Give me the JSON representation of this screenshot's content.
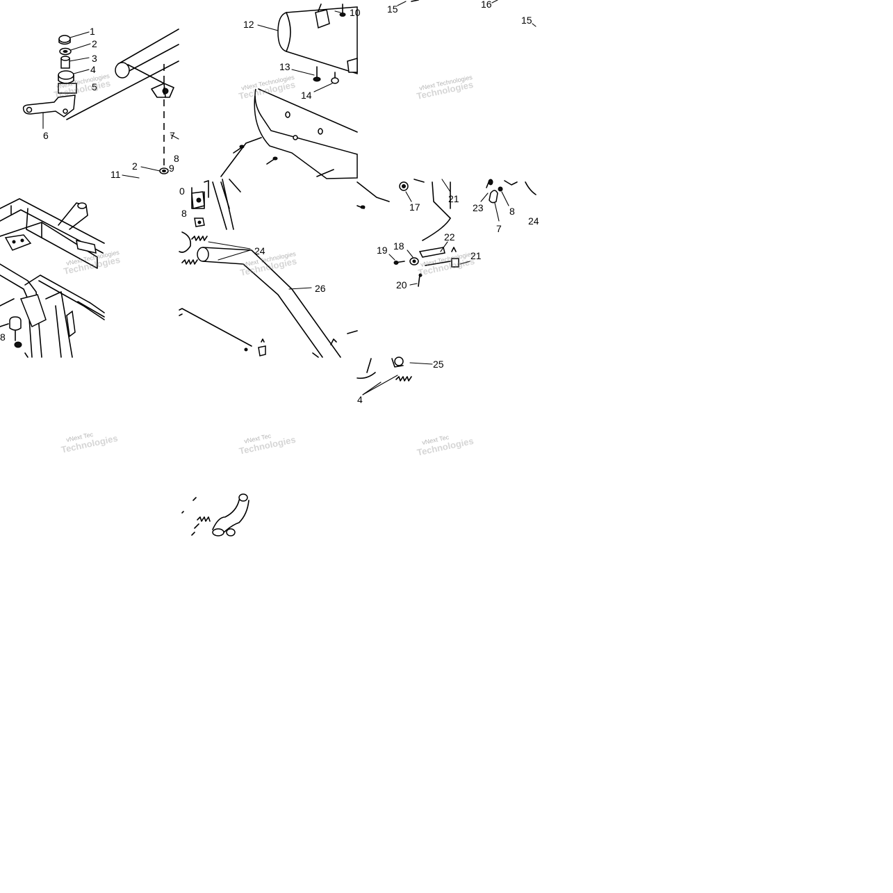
{
  "diagram": {
    "callouts": [
      {
        "id": "c1",
        "text": "1"
      },
      {
        "id": "c2",
        "text": "2"
      },
      {
        "id": "c3",
        "text": "3"
      },
      {
        "id": "c4",
        "text": "4"
      },
      {
        "id": "c5",
        "text": "5"
      },
      {
        "id": "c6",
        "text": "6"
      },
      {
        "id": "c7",
        "text": "7"
      },
      {
        "id": "c8",
        "text": "8"
      },
      {
        "id": "c2b",
        "text": "2"
      },
      {
        "id": "c9",
        "text": "9"
      },
      {
        "id": "c11",
        "text": "11"
      },
      {
        "id": "c10",
        "text": "10"
      },
      {
        "id": "c12",
        "text": "12"
      },
      {
        "id": "c13",
        "text": "13"
      },
      {
        "id": "c14",
        "text": "14"
      },
      {
        "id": "c15",
        "text": "15"
      },
      {
        "id": "c16",
        "text": "16"
      },
      {
        "id": "c15b",
        "text": "15"
      },
      {
        "id": "c0",
        "text": "0"
      },
      {
        "id": "c8b",
        "text": "8"
      },
      {
        "id": "c24",
        "text": "24"
      },
      {
        "id": "c26",
        "text": "26"
      },
      {
        "id": "c17",
        "text": "17"
      },
      {
        "id": "c21",
        "text": "21"
      },
      {
        "id": "c22",
        "text": "22"
      },
      {
        "id": "c19",
        "text": "19"
      },
      {
        "id": "c18",
        "text": "18"
      },
      {
        "id": "c21b",
        "text": "21"
      },
      {
        "id": "c20",
        "text": "20"
      },
      {
        "id": "c23",
        "text": "23"
      },
      {
        "id": "c8c",
        "text": "8"
      },
      {
        "id": "c7b",
        "text": "7"
      },
      {
        "id": "c24b",
        "text": "24"
      },
      {
        "id": "c25",
        "text": "25"
      },
      {
        "id": "c4b",
        "text": "4"
      },
      {
        "id": "c8d",
        "text": "8"
      }
    ],
    "watermark": {
      "line1": "vNext Technologies",
      "line2": "Technologies",
      "short": "vNext Tec"
    }
  }
}
